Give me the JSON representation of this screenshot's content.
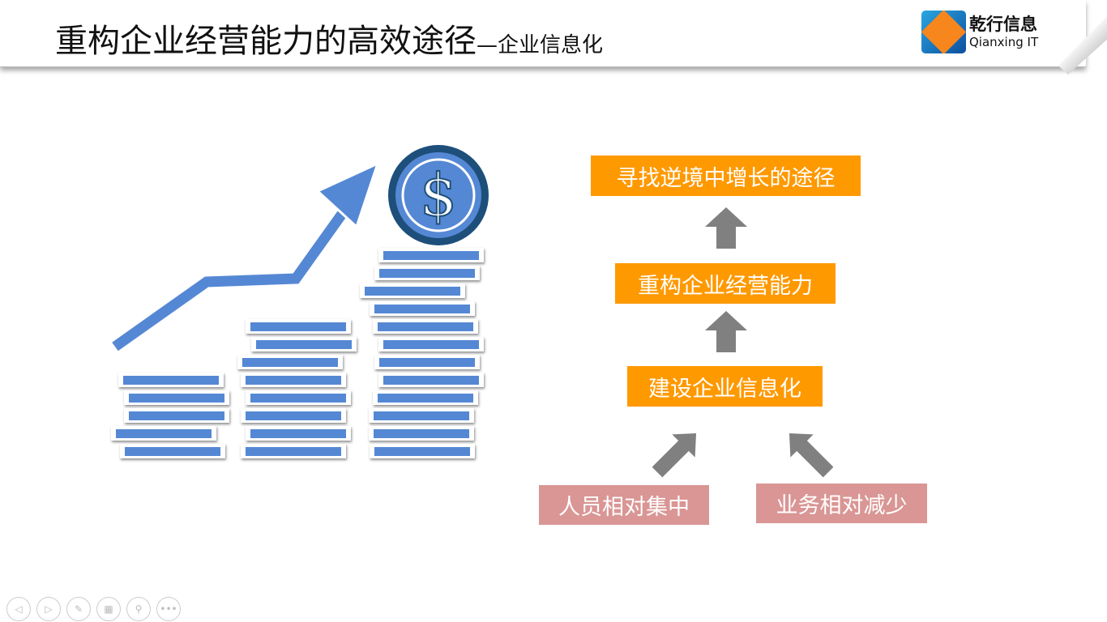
{
  "header": {
    "title": "重构企业经营能力的高效途径",
    "subtitle": "—企业信息化"
  },
  "logo": {
    "name_cn": "乾行信息",
    "name_en": "Qianxing IT"
  },
  "diagram": {
    "top": "寻找逆境中增长的途径",
    "middle": "重构企业经营能力",
    "base": "建设企业信息化",
    "left_cause": "人员相对集中",
    "right_cause": "业务相对减少"
  },
  "illustration": {
    "symbol": "$"
  },
  "colors": {
    "orange": "#ff9900",
    "pink": "#d99694",
    "arrow": "#808080",
    "blue": "#5588d4"
  },
  "nav": {
    "icons": [
      "prev-icon",
      "next-icon",
      "pen-icon",
      "slides-icon",
      "zoom-icon",
      "more-icon"
    ]
  }
}
